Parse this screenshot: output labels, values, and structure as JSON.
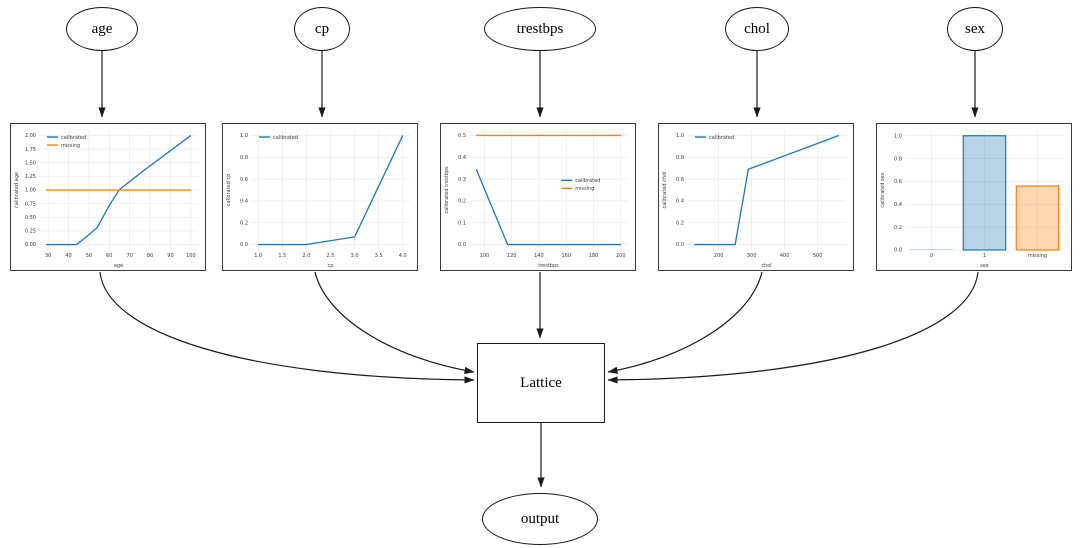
{
  "graph": {
    "inputs": [
      {
        "label": "age"
      },
      {
        "label": "cp"
      },
      {
        "label": "trestbps"
      },
      {
        "label": "chol"
      },
      {
        "label": "sex"
      }
    ],
    "lattice_label": "Lattice",
    "output_label": "output"
  },
  "colors": {
    "calibrated": "#1f77b4",
    "missing": "#ff7f0e",
    "calibrated_fill": "rgba(31,119,180,0.32)",
    "missing_fill": "rgba(255,127,14,0.32)",
    "grid": "#e7e7e7",
    "tick_text": "#3c3c3c",
    "edge": "#1a1a1a"
  },
  "chart_data": [
    {
      "type": "line",
      "title": "",
      "xlabel": "age",
      "ylabel": "calibrated age",
      "xlim": [
        25.5,
        103.5
      ],
      "ylim": [
        -0.1,
        2.1
      ],
      "xticks": [
        [
          30,
          "30"
        ],
        [
          40,
          "40"
        ],
        [
          50,
          "50"
        ],
        [
          60,
          "60"
        ],
        [
          70,
          "70"
        ],
        [
          80,
          "80"
        ],
        [
          90,
          "90"
        ],
        [
          100,
          "100"
        ]
      ],
      "yticks": [
        [
          0,
          "0.00"
        ],
        [
          0.25,
          "0.25"
        ],
        [
          0.5,
          "0.50"
        ],
        [
          0.75,
          "0.75"
        ],
        [
          1,
          "1.00"
        ],
        [
          1.25,
          "1.25"
        ],
        [
          1.5,
          "1.50"
        ],
        [
          1.75,
          "1.75"
        ],
        [
          2,
          "2.00"
        ]
      ],
      "legend": {
        "pos": "nw",
        "entries": [
          {
            "label": "calibrated",
            "color": "calibrated"
          },
          {
            "label": "missing",
            "color": "missing"
          }
        ]
      },
      "series": [
        {
          "name": "calibrated",
          "color": "calibrated",
          "points": [
            [
              29,
              0
            ],
            [
              44,
              0
            ],
            [
              49,
              0.15
            ],
            [
              54,
              0.31
            ],
            [
              60,
              0.72
            ],
            [
              65,
              1.01
            ],
            [
              77,
              1.36
            ],
            [
              100,
              2.0
            ]
          ]
        },
        {
          "name": "missing",
          "color": "missing",
          "points": [
            [
              29,
              1.0
            ],
            [
              100,
              1.0
            ]
          ]
        }
      ]
    },
    {
      "type": "line",
      "title": "",
      "xlabel": "cp",
      "ylabel": "calibrated cp",
      "xlim": [
        0.85,
        4.15
      ],
      "ylim": [
        -0.05,
        1.05
      ],
      "xticks": [
        [
          1,
          "1.0"
        ],
        [
          1.5,
          "1.5"
        ],
        [
          2,
          "2.0"
        ],
        [
          2.5,
          "2.5"
        ],
        [
          3,
          "3.0"
        ],
        [
          3.5,
          "3.5"
        ],
        [
          4,
          "4.0"
        ]
      ],
      "yticks": [
        [
          0,
          "0.0"
        ],
        [
          0.2,
          "0.2"
        ],
        [
          0.4,
          "0.4"
        ],
        [
          0.6,
          "0.6"
        ],
        [
          0.8,
          "0.8"
        ],
        [
          1,
          "1.0"
        ]
      ],
      "legend": {
        "pos": "nw",
        "entries": [
          {
            "label": "calibrated",
            "color": "calibrated"
          }
        ]
      },
      "series": [
        {
          "name": "calibrated",
          "color": "calibrated",
          "points": [
            [
              1,
              0
            ],
            [
              2,
              0
            ],
            [
              3,
              0.07
            ],
            [
              4,
              1.0
            ]
          ]
        }
      ]
    },
    {
      "type": "line",
      "title": "",
      "xlabel": "trestbps",
      "ylabel": "calibrated trestbps",
      "xlim": [
        88.7,
        205.3
      ],
      "ylim": [
        -0.025,
        0.525
      ],
      "xticks": [
        [
          100,
          "100"
        ],
        [
          120,
          "120"
        ],
        [
          140,
          "140"
        ],
        [
          160,
          "160"
        ],
        [
          180,
          "180"
        ],
        [
          200,
          "200"
        ]
      ],
      "yticks": [
        [
          0,
          "0.0"
        ],
        [
          0.1,
          "0.1"
        ],
        [
          0.2,
          "0.2"
        ],
        [
          0.3,
          "0.3"
        ],
        [
          0.4,
          "0.4"
        ],
        [
          0.5,
          "0.5"
        ]
      ],
      "legend": {
        "pos": "cr",
        "entries": [
          {
            "label": "calibrated",
            "color": "calibrated"
          },
          {
            "label": "missing",
            "color": "missing"
          }
        ]
      },
      "series": [
        {
          "name": "calibrated",
          "color": "calibrated",
          "points": [
            [
              94,
              0.345
            ],
            [
              117,
              0
            ],
            [
              200,
              0
            ]
          ]
        },
        {
          "name": "missing",
          "color": "missing",
          "points": [
            [
              94,
              0.5
            ],
            [
              200,
              0.5
            ]
          ]
        }
      ]
    },
    {
      "type": "line",
      "title": "",
      "xlabel": "chol",
      "ylabel": "calibrated chol",
      "xlim": [
        104,
        586
      ],
      "ylim": [
        -0.05,
        1.05
      ],
      "xticks": [
        [
          200,
          "200"
        ],
        [
          300,
          "300"
        ],
        [
          400,
          "400"
        ],
        [
          500,
          "500"
        ]
      ],
      "yticks": [
        [
          0,
          "0.0"
        ],
        [
          0.2,
          "0.2"
        ],
        [
          0.4,
          "0.4"
        ],
        [
          0.6,
          "0.6"
        ],
        [
          0.8,
          "0.8"
        ],
        [
          1,
          "1.0"
        ]
      ],
      "legend": {
        "pos": "nw",
        "entries": [
          {
            "label": "calibrated",
            "color": "calibrated"
          }
        ]
      },
      "series": [
        {
          "name": "calibrated",
          "color": "calibrated",
          "points": [
            [
              126,
              0
            ],
            [
              250,
              0
            ],
            [
              290,
              0.69
            ],
            [
              564,
              1.0
            ]
          ]
        }
      ]
    },
    {
      "type": "bar",
      "title": "",
      "xlabel": "sex",
      "ylabel": "calibrated sex",
      "ylim": [
        0,
        1.05
      ],
      "categories": [
        "0",
        "1",
        "missing"
      ],
      "values": [
        0.008,
        1.0,
        0.56
      ],
      "bars": [
        {
          "fill": "calibrated_fill",
          "edge": null
        },
        {
          "fill": "calibrated_fill",
          "edge": "calibrated"
        },
        {
          "fill": "missing_fill",
          "edge": "missing"
        }
      ],
      "yticks": [
        [
          0,
          "0.0"
        ],
        [
          0.2,
          "0.2"
        ],
        [
          0.4,
          "0.4"
        ],
        [
          0.6,
          "0.6"
        ],
        [
          0.8,
          "0.8"
        ],
        [
          1,
          "1.0"
        ]
      ]
    }
  ]
}
